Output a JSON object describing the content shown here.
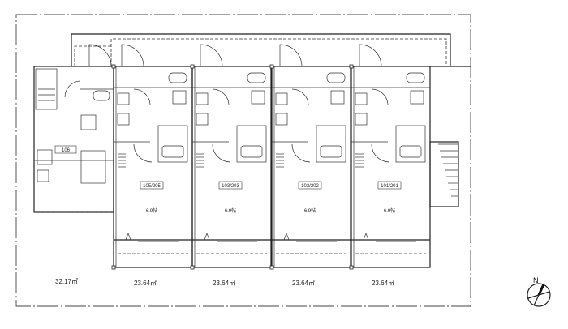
{
  "plan": {
    "units": [
      {
        "room_no": "105/205",
        "size": "6.9帖",
        "area": "23.64㎡"
      },
      {
        "room_no": "103/203",
        "size": "6.9帖",
        "area": "23.64㎡"
      },
      {
        "room_no": "102/202",
        "size": "6.9帖",
        "area": "23.64㎡"
      },
      {
        "room_no": "101/201",
        "size": "6.9帖",
        "area": "23.64㎡"
      }
    ],
    "end_unit": {
      "room_no": "106",
      "area": "32.17㎡"
    },
    "compass": {
      "label": "N",
      "icon": "north-arrow-icon"
    }
  }
}
